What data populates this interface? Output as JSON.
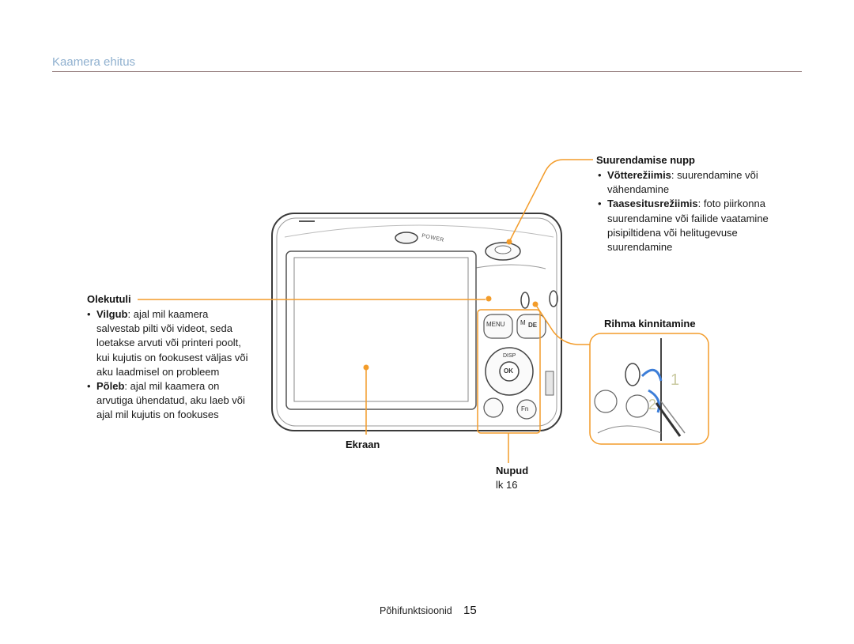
{
  "header": {
    "section_title": "Kaamera ehitus"
  },
  "callouts": {
    "zoom": {
      "title": "Suurendamise nupp",
      "items": [
        {
          "term": "Võtterežiimis",
          "text": ": suurendamine või",
          "cont": "vähendamine"
        },
        {
          "term": "Taasesitusrežiimis",
          "text": ": foto piirkonna",
          "cont1": "suurendamine või failide vaatamine",
          "cont2": "pisipiltidena või helitugevuse",
          "cont3": "suurendamine"
        }
      ]
    },
    "status_lamp": {
      "title": "Olekutuli",
      "items": [
        {
          "term": "Vilgub",
          "text": ": ajal mil kaamera",
          "lines": [
            "salvestab pilti või videot, seda",
            "loetakse arvuti või printeri poolt,",
            "kui kujutis on fookusest väljas või",
            "aku laadmisel on probleem"
          ]
        },
        {
          "term": "Põleb",
          "text": ": ajal mil kaamera on",
          "lines": [
            "arvutiga ühendatud, aku laeb või",
            "ajal mil kujutis on fookuses"
          ]
        }
      ]
    },
    "strap": {
      "title": "Rihma kinnitamine",
      "step1": "1",
      "step2": "2"
    },
    "screen": {
      "title": "Ekraan"
    },
    "buttons": {
      "title": "Nupud",
      "ref": "lk 16"
    }
  },
  "camera_labels": {
    "power": "POWER",
    "menu": "MENU",
    "mode": "M",
    "de": "DE",
    "disp": "DISP",
    "ok": "OK",
    "fn": "Fn"
  },
  "footer": {
    "section": "Põhifunktsioonid",
    "page": "15"
  },
  "colors": {
    "accent": "#f39c2a",
    "title": "#8fb0cf",
    "rule": "#a08a8a"
  }
}
